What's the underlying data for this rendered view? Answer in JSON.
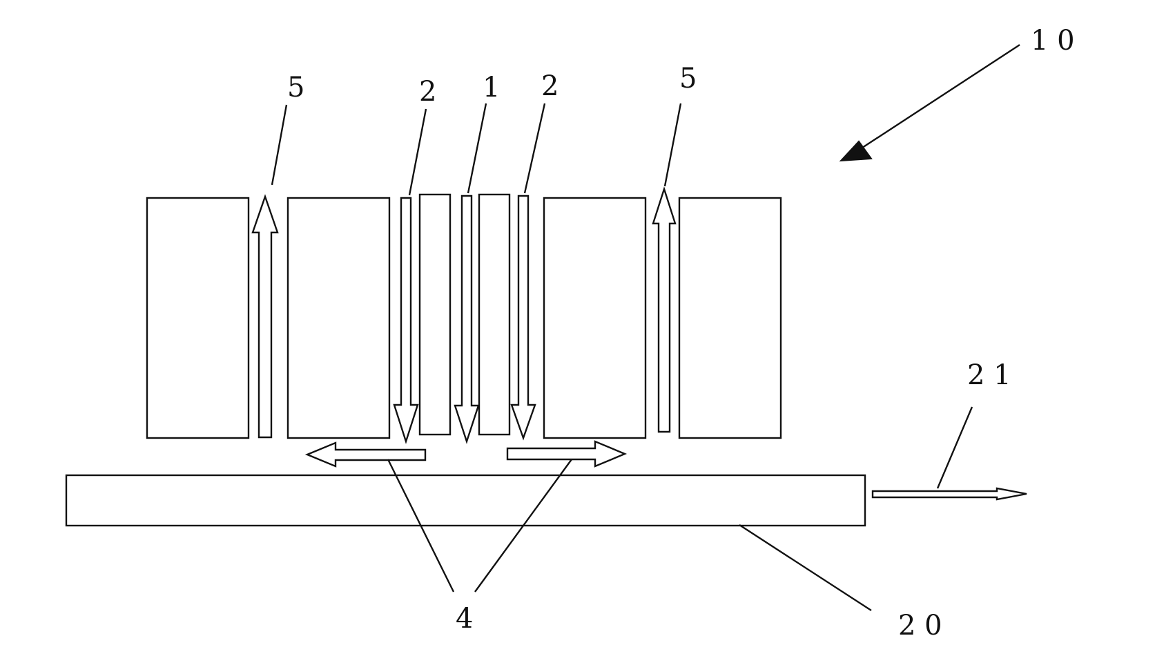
{
  "figure": {
    "colors": {
      "line": "#111111",
      "background": "#ffffff"
    },
    "labels": {
      "assembly": "1 0",
      "center_gap": "1",
      "inner_gap_left": "2",
      "inner_gap_right": "2",
      "outer_gap_left": "5",
      "outer_gap_right": "5",
      "lateral_flow": "4",
      "substrate": "2 0",
      "transport_direction": "2 1"
    }
  }
}
